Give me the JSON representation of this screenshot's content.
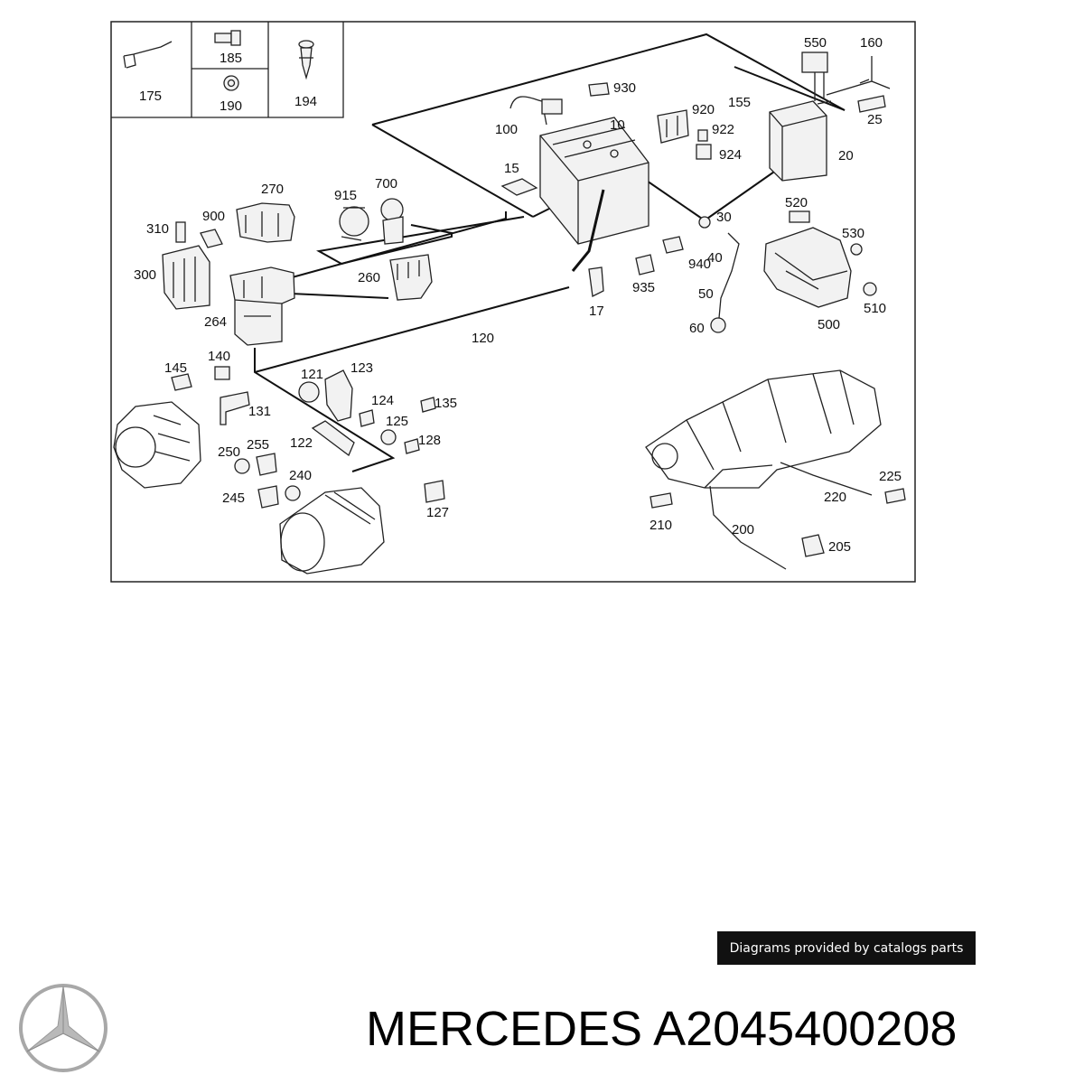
{
  "labels": {
    "p175": "175",
    "p185": "185",
    "p190": "190",
    "p194": "194",
    "p550": "550",
    "p160": "160",
    "p155": "155",
    "p25": "25",
    "p20": "20",
    "p930": "930",
    "p100": "100",
    "p10": "10",
    "p920": "920",
    "p922": "922",
    "p924": "924",
    "p15": "15",
    "p30": "30",
    "p270": "270",
    "p915": "915",
    "p700": "700",
    "p310": "310",
    "p900": "900",
    "p300": "300",
    "p260": "260",
    "p264": "264",
    "p520": "520",
    "p530": "530",
    "p940": "940",
    "p40": "40",
    "p935": "935",
    "p50": "50",
    "p60": "60",
    "p500": "500",
    "p510": "510",
    "p17": "17",
    "p120": "120",
    "p140": "140",
    "p145": "145",
    "p121": "121",
    "p123": "123",
    "p124": "124",
    "p135": "135",
    "p125": "125",
    "p131": "131",
    "p128": "128",
    "p250": "250",
    "p255": "255",
    "p122": "122",
    "p240": "240",
    "p245": "245",
    "p127": "127",
    "p225": "225",
    "p220": "220",
    "p210": "210",
    "p200": "200",
    "p205": "205"
  },
  "caption": "Diagrams provided by catalogs parts",
  "title": "MERCEDES A2045400208",
  "logo": {
    "icon": "mercedes-star-icon",
    "color": "#a8a8a8"
  }
}
